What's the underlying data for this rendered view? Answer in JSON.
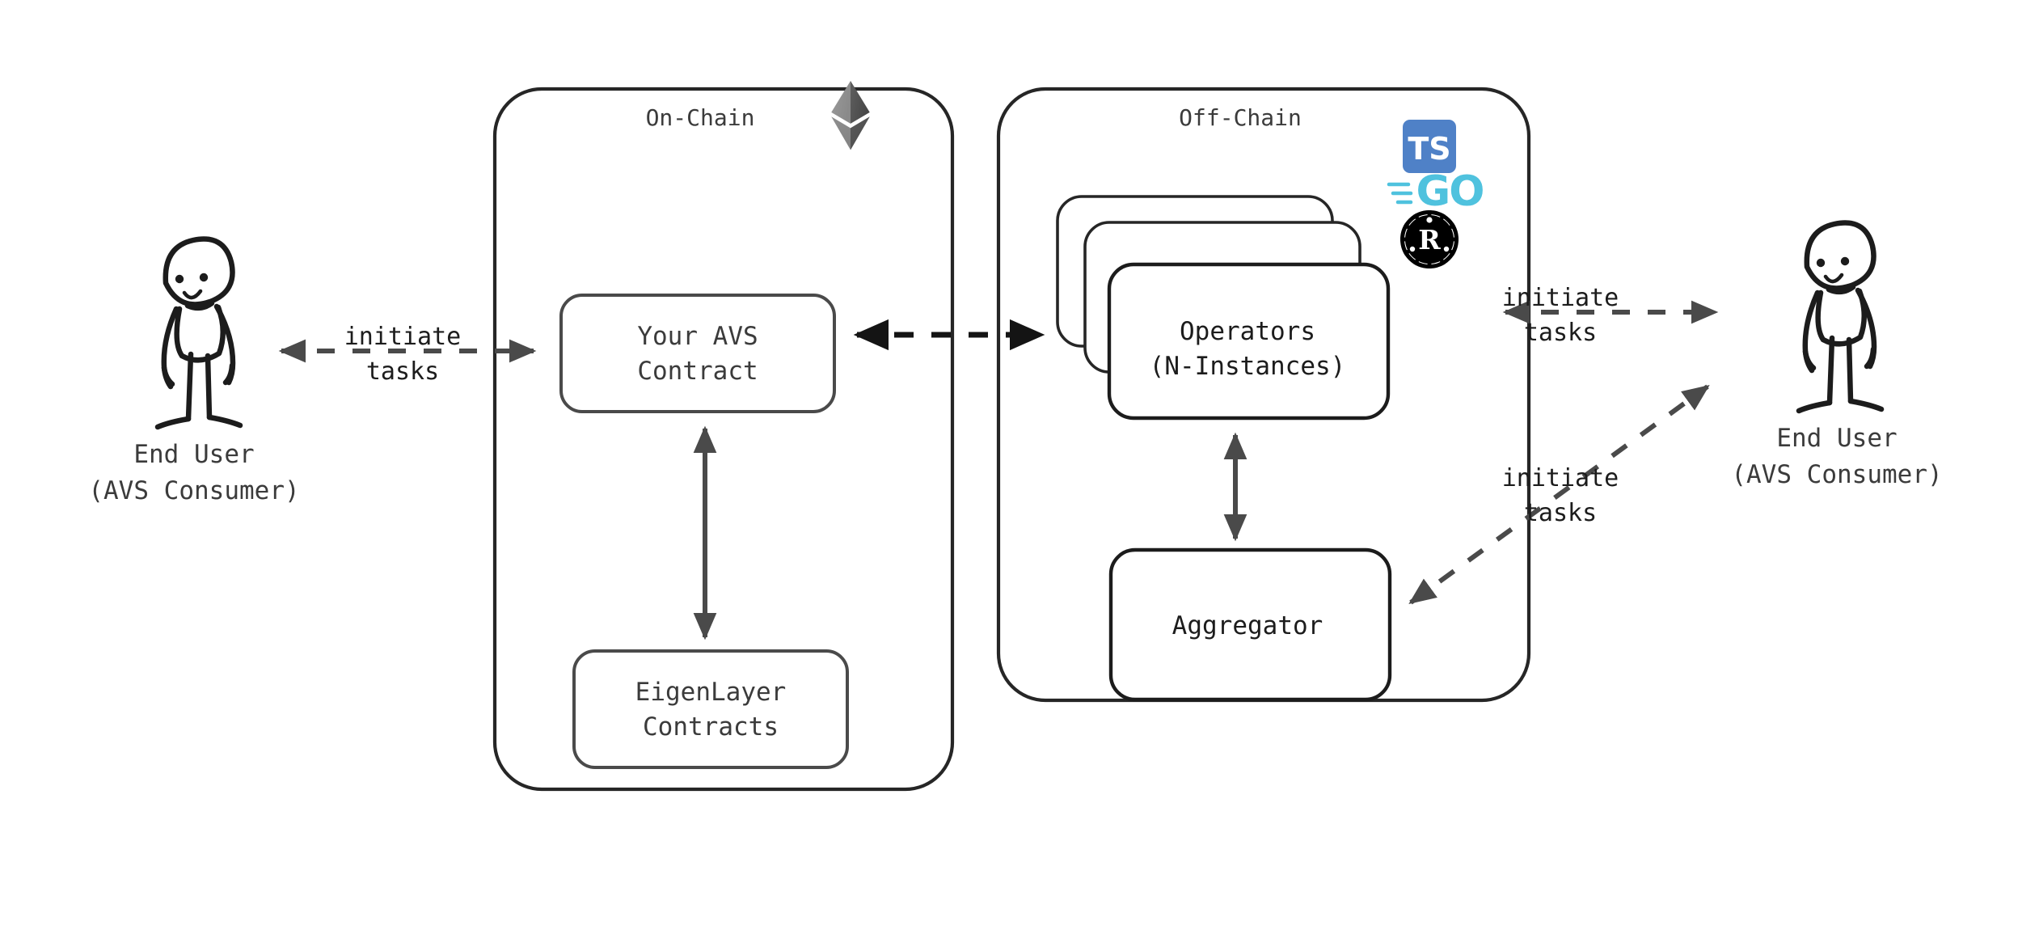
{
  "diagram": {
    "title": "EigenLayer AVS Architecture",
    "type": "architecture-flow",
    "background": "#ffffff"
  },
  "colors": {
    "stroke_dark": "#1c1c1c",
    "stroke_gray": "#4a4a4a",
    "arrow_fill": "#4a4a4a",
    "arrow_fill_dark": "#111111",
    "typescript_blue": "#4F81C7",
    "go_cyan": "#4FC2DE",
    "rust_black": "#000000",
    "ethereum_light": "#8c8c8c",
    "ethereum_mid": "#6b6b6b",
    "ethereum_dark": "#3f3f3f",
    "text": "#3b3b3b"
  },
  "containers": [
    {
      "id": "on-chain",
      "label": "On-Chain",
      "logos": [
        "ethereum-icon"
      ]
    },
    {
      "id": "off-chain",
      "label": "Off-Chain",
      "logos": [
        "typescript-icon",
        "go-icon",
        "rust-icon"
      ]
    }
  ],
  "nodes": [
    {
      "id": "avs-contract",
      "lines": [
        "Your AVS",
        "Contract"
      ],
      "parent": "on-chain"
    },
    {
      "id": "eigenlayer-contracts",
      "lines": [
        "EigenLayer",
        "Contracts"
      ],
      "parent": "on-chain"
    },
    {
      "id": "operators",
      "lines": [
        "Operators",
        "(N-Instances)"
      ],
      "parent": "off-chain",
      "stacked": 3
    },
    {
      "id": "aggregator",
      "lines": [
        "Aggregator"
      ],
      "parent": "off-chain"
    }
  ],
  "actors": [
    {
      "id": "end-user-left",
      "lines": [
        "End User",
        "(AVS Consumer)"
      ]
    },
    {
      "id": "end-user-right",
      "lines": [
        "End User",
        "(AVS Consumer)"
      ]
    }
  ],
  "edges": [
    {
      "id": "left-user-to-avs",
      "lines": [
        "initiate",
        "tasks"
      ],
      "style": "dashed",
      "direction": "both"
    },
    {
      "id": "avs-to-operators",
      "lines": [],
      "style": "dashed",
      "direction": "both"
    },
    {
      "id": "avs-to-eigenlayer",
      "lines": [],
      "style": "solid",
      "direction": "both"
    },
    {
      "id": "operators-to-aggregator",
      "lines": [],
      "style": "solid",
      "direction": "both"
    },
    {
      "id": "operators-to-right-user",
      "lines": [
        "initiate",
        "tasks"
      ],
      "style": "dashed",
      "direction": "both"
    },
    {
      "id": "aggregator-to-right-user",
      "lines": [
        "initiate",
        "tasks"
      ],
      "style": "dashed",
      "direction": "both"
    }
  ],
  "logos": {
    "typescript": {
      "name": "typescript-icon",
      "text": "TS"
    },
    "go": {
      "name": "go-icon",
      "text": "GO"
    },
    "rust": {
      "name": "rust-icon",
      "text": "R"
    },
    "ethereum": {
      "name": "ethereum-icon",
      "text": ""
    }
  }
}
